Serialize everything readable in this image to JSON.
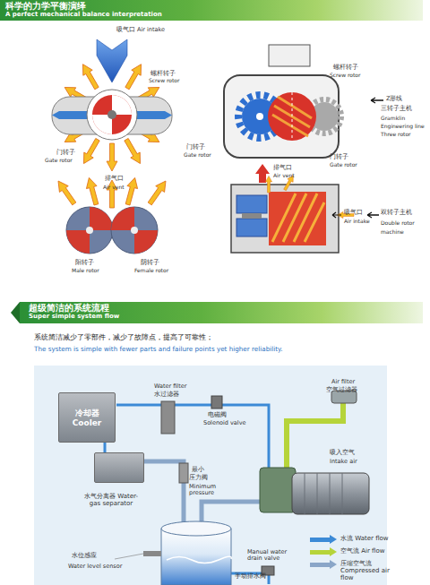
{
  "diagram": {
    "nodes": [
      {
        "text": [
          "科学的力学平衡演绎",
          "A perfect mechanical balance interpretation"
        ]
      },
      {
        "text": [
          "超级简洁的系统流程",
          "Super simple system flow"
        ]
      },
      {
        "text": [
          "冷却器 Cooler"
        ]
      },
      {
        "text": [
          "水气分离器 Water-gas separator"
        ]
      }
    ],
    "edges": [
      {
        "from": 2,
        "to": 3,
        "arrow": "none"
      }
    ],
    "labels": [
      "吸气口 Air intake",
      "螺杆转子",
      "Screw rotor",
      "门转子",
      "Gate rotor",
      "门转子",
      "Gate rotor",
      "螺杆转子",
      "Screw rotor",
      "Z形线",
      "三转子主机",
      "Gramklin",
      "Engineering line",
      "Three rotor",
      "门转子",
      "Gate rotor",
      "排气口",
      "Air vent",
      "阳转子",
      "Male rotor",
      "阴转子",
      "Female rotor",
      "排气口",
      "Air vent",
      "吸气口",
      "Air intake",
      "双转子主机",
      "Double rotor",
      "machine",
      "系统简洁减少了零部件，减少了故障点，提高了可靠性；",
      "The system is simple with fewer parts and failure points yet higher reliability.",
      "Water filter",
      "水过滤器",
      "电磁阀",
      "Solenoid valve",
      "Air filter",
      "空气过滤器",
      "吸入空气",
      "Intake air",
      "最小",
      "压力阀",
      "Minimum pressure",
      "水位感应",
      "Water level sensor",
      "Manual water drain valve",
      "手动排水阀"
    ],
    "legend": [
      {
        "text": "水流 Water flow",
        "color": "#3c8ad6"
      },
      {
        "text": "空气流 Air flow",
        "color": "#b6d43a"
      },
      {
        "text": "压缩空气流 Compressed air flow",
        "color": "#8aa6c8"
      }
    ]
  }
}
